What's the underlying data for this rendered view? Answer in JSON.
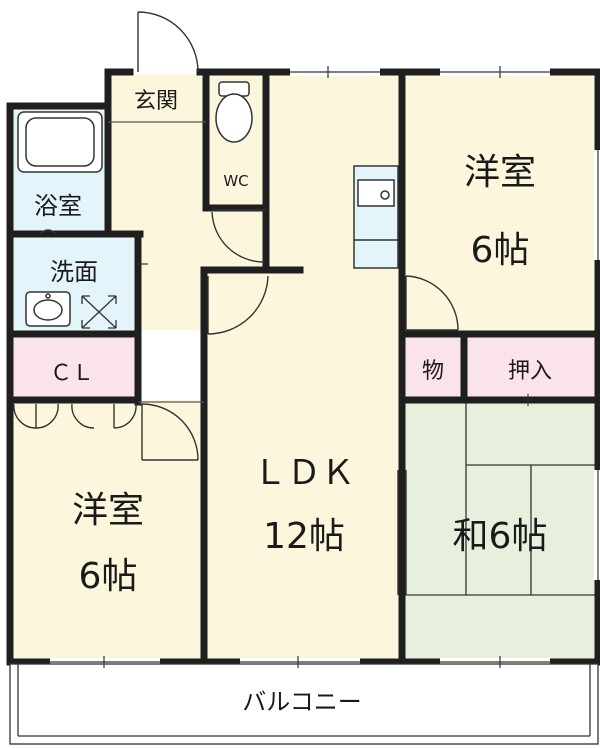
{
  "rooms": {
    "entrance": "玄関",
    "wc": "WC",
    "bath": "浴室",
    "washroom": "洗面",
    "closet": "ＣＬ",
    "western_top": {
      "name": "洋室",
      "size": "6帖"
    },
    "western_left": {
      "name": "洋室",
      "size": "6帖"
    },
    "ldk": {
      "name": "ＬＤＫ",
      "size": "12帖"
    },
    "storage_small": "物",
    "oshiire": "押入",
    "japanese": "和6帖",
    "balcony": "バルコニー"
  },
  "colors": {
    "floor": "#fbf6dc",
    "wet_area": "#e3f5fa",
    "closet": "#fbe3ea",
    "tatami": "#e6f0dc",
    "wall": "#1f1f1f",
    "line": "#333333"
  }
}
